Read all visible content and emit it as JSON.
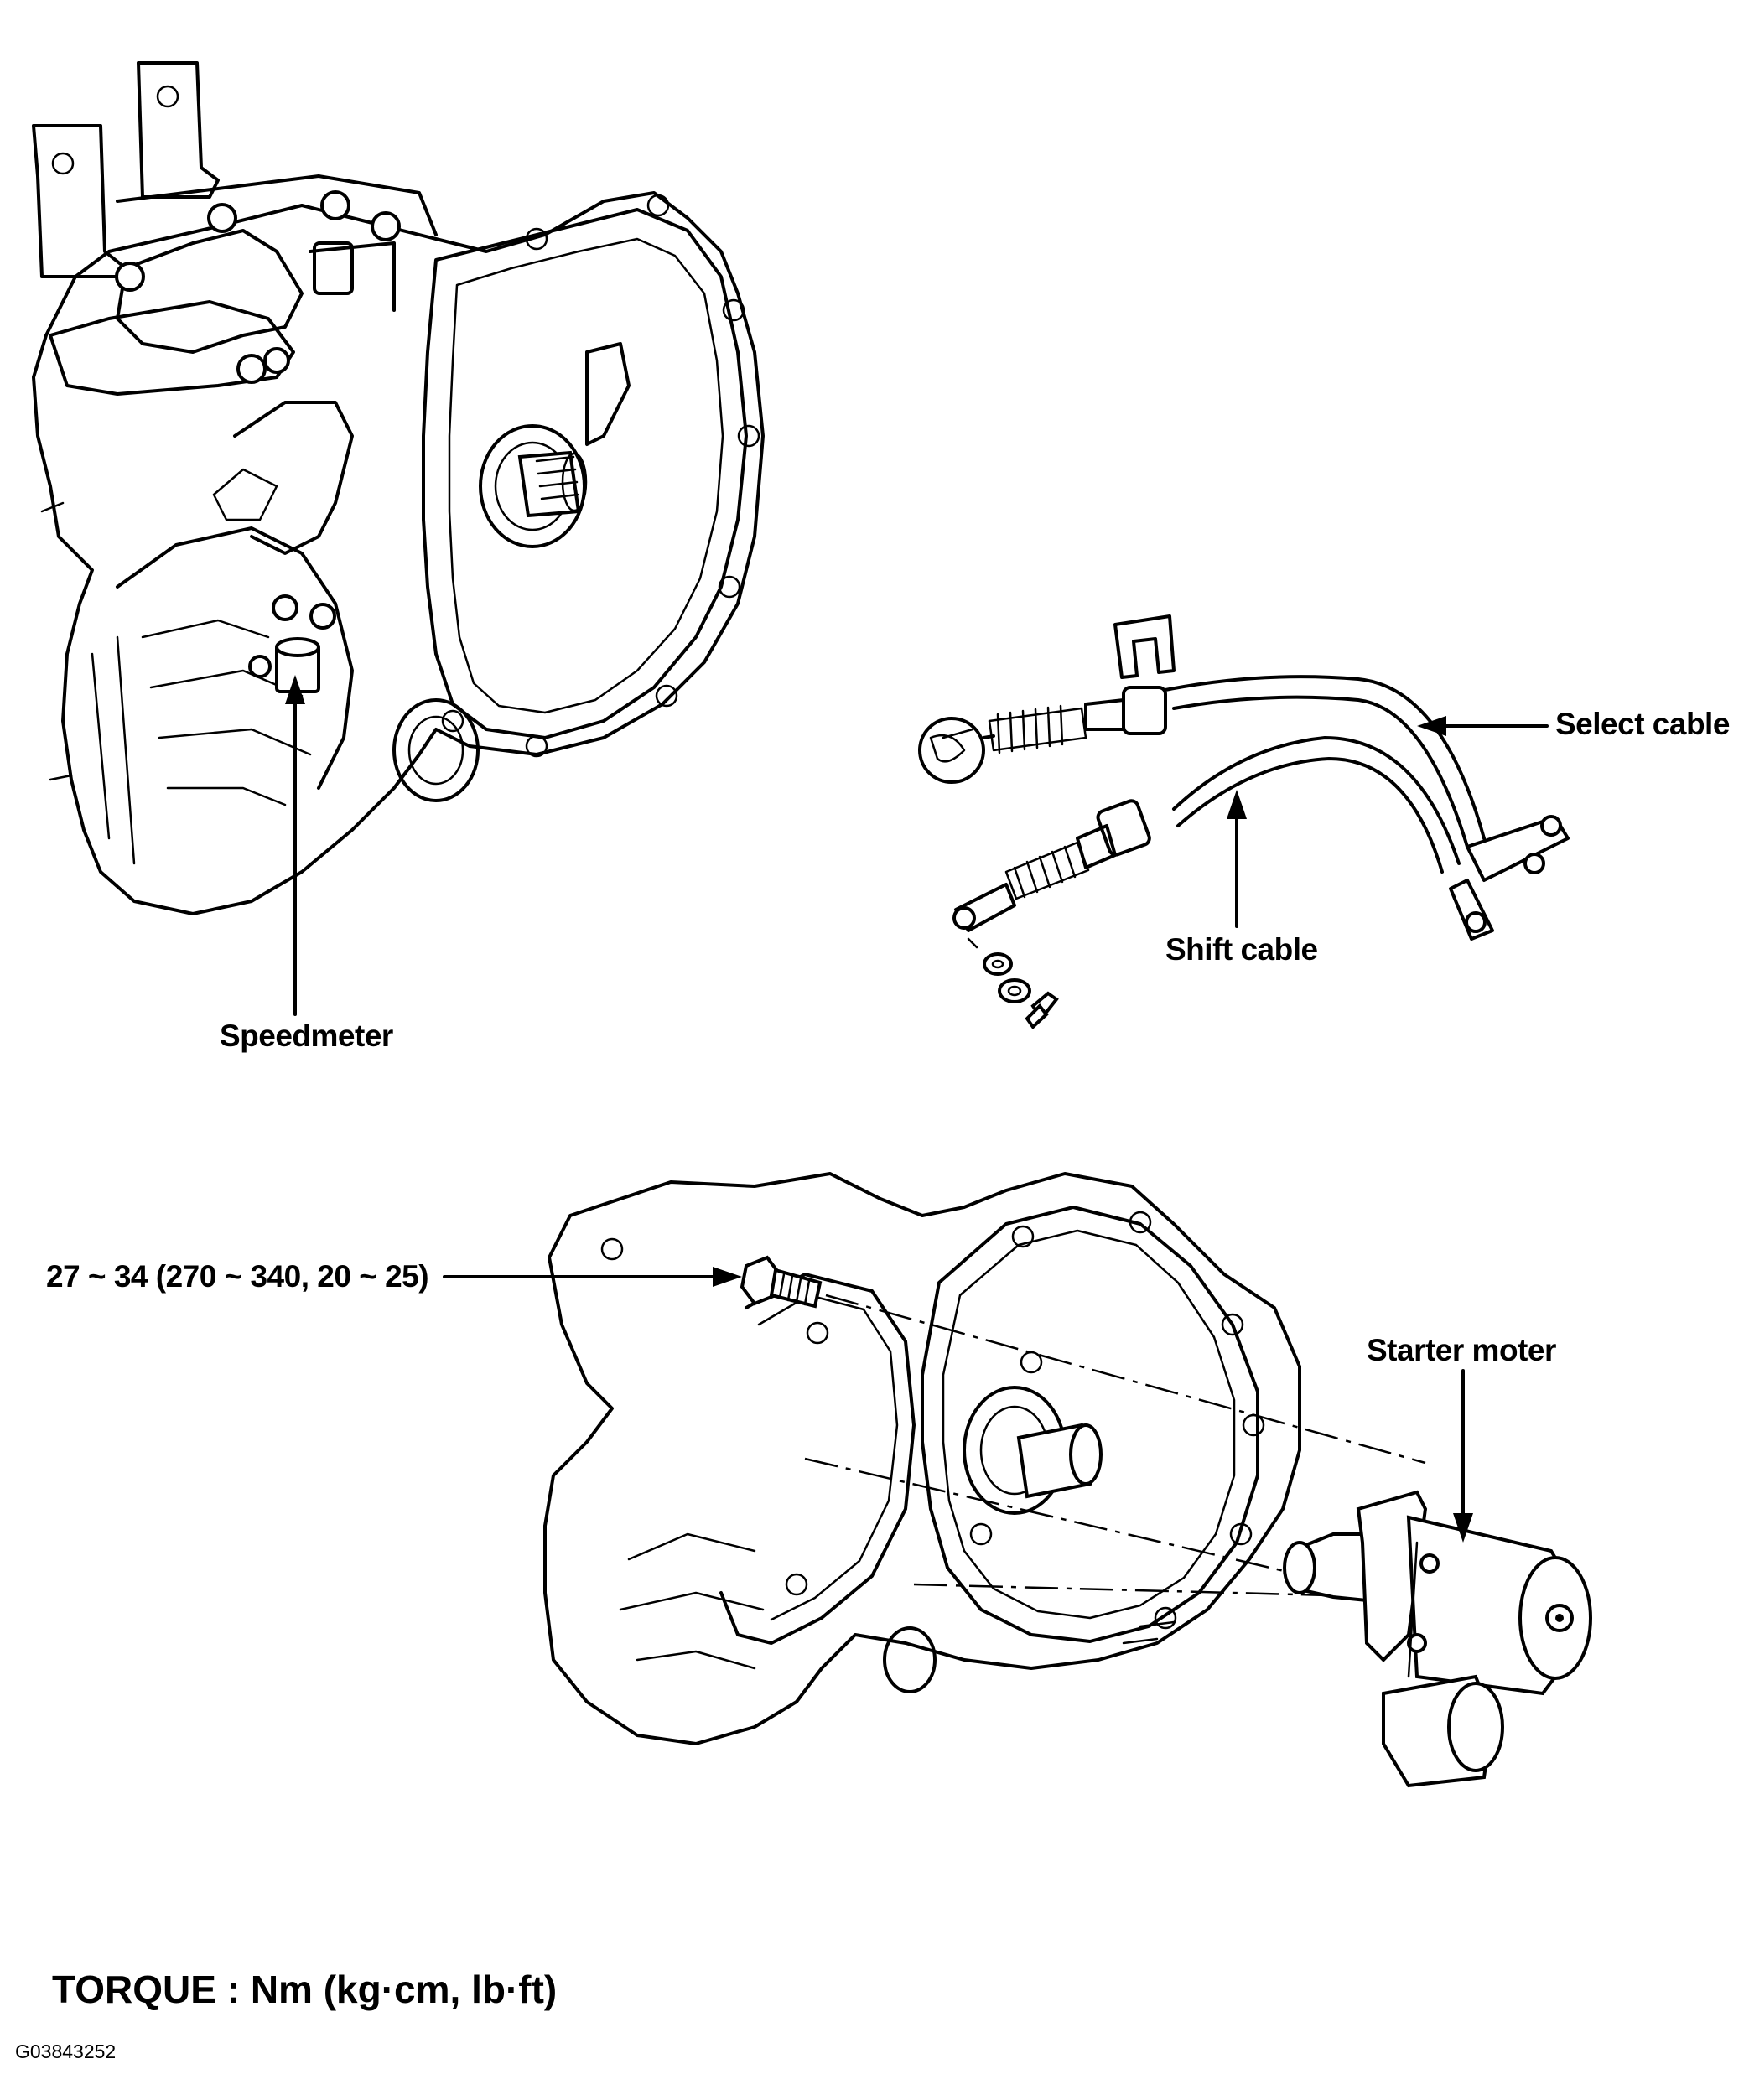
{
  "callouts": {
    "speedometer": "Speedmeter",
    "select_cable": "Select cable",
    "shift_cable": "Shift cable",
    "starter_motor": "Starter moter",
    "bolt_torque": "27 ~ 34 (270 ~ 340, 20 ~ 25)"
  },
  "footer": {
    "torque_units": "TORQUE : Nm (kg·cm, lb·ft)",
    "figure_code": "G03843252"
  }
}
